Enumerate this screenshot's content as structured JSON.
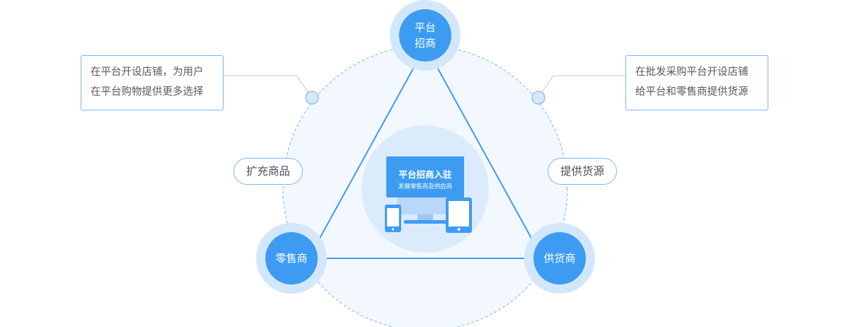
{
  "nodes": {
    "platform": {
      "line1": "平台",
      "line2": "招商"
    },
    "retailer": {
      "label": "零售商"
    },
    "supplier": {
      "label": "供货商"
    }
  },
  "callouts": {
    "left": {
      "line1": "在平台开设店铺，为用户",
      "line2": "在平台购物提供更多选择"
    },
    "right": {
      "line1": "在批发采购平台开设店铺",
      "line2": "给平台和零售商提供货源"
    }
  },
  "edges": {
    "left_label": "扩充商品",
    "right_label": "提供货源"
  },
  "center": {
    "title": "平台招商入驻",
    "subtitle": "发展零售商及供应商"
  },
  "colors": {
    "accent": "#3d9cf2",
    "ring": "#d3e7fb",
    "outline": "#7cb6ef",
    "background_circle": "#f3f8fe",
    "center_disc": "#dbebfb"
  }
}
